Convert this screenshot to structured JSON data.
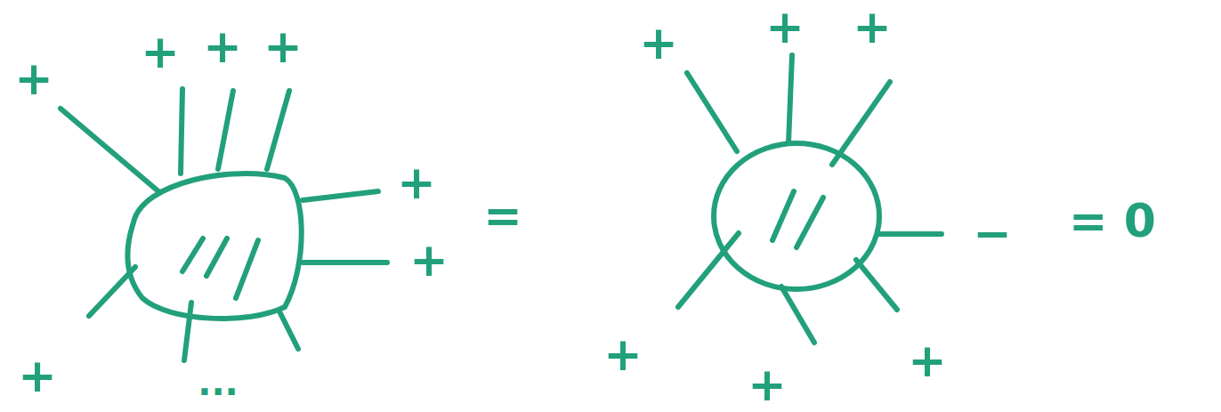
{
  "diagram": {
    "labels": [
      "+",
      "+",
      "+",
      "+",
      "+",
      "+",
      "+",
      "...",
      "=",
      "+",
      "+",
      "+",
      "−",
      "+",
      "+",
      "+",
      "= 0"
    ]
  }
}
